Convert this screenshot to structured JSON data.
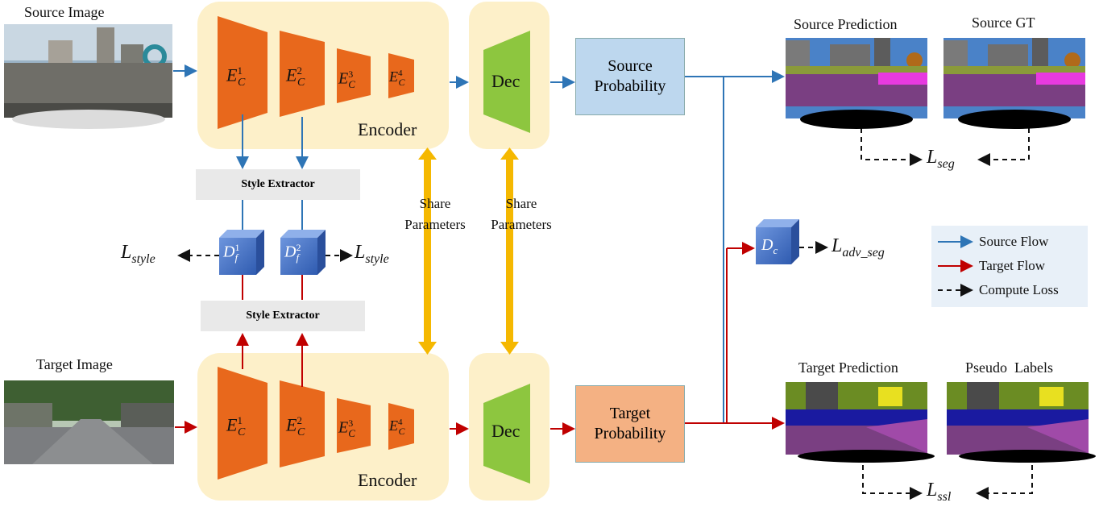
{
  "labels": {
    "source_image": "Source Image",
    "target_image": "Target Image",
    "encoder": "Encoder",
    "dec": "Dec",
    "share_parameters": "Share Parameters",
    "style_extractor": "Style Extractor",
    "source_probability": "Source Probability",
    "target_probability": "Target Probability",
    "source_prediction": "Source Prediction",
    "source_gt": "Source GT",
    "target_prediction": "Target Prediction",
    "pseudo_labels": "Pseudo  Labels",
    "legend_source_flow": "Source Flow",
    "legend_target_flow": "Target Flow",
    "legend_compute_loss": "Compute Loss"
  },
  "math": {
    "E": "E",
    "C": "C",
    "D": "D",
    "f": "f",
    "c": "c",
    "L": "L",
    "sup1": "1",
    "sup2": "2",
    "sup3": "3",
    "sup4": "4",
    "style": "style",
    "seg": "seg",
    "adv_seg": "adv_seg",
    "ssl": "ssl"
  },
  "colors": {
    "source_flow": "#2e75b6",
    "target_flow": "#c00000",
    "encoder_bg": "#fdf0c9",
    "encoder_block": "#e8681c",
    "dec_block": "#8dc63f",
    "source_prob": "#bdd7ee",
    "target_prob": "#f4b183",
    "share_arrow": "#f5b800",
    "discriminator": "#4472c4"
  }
}
